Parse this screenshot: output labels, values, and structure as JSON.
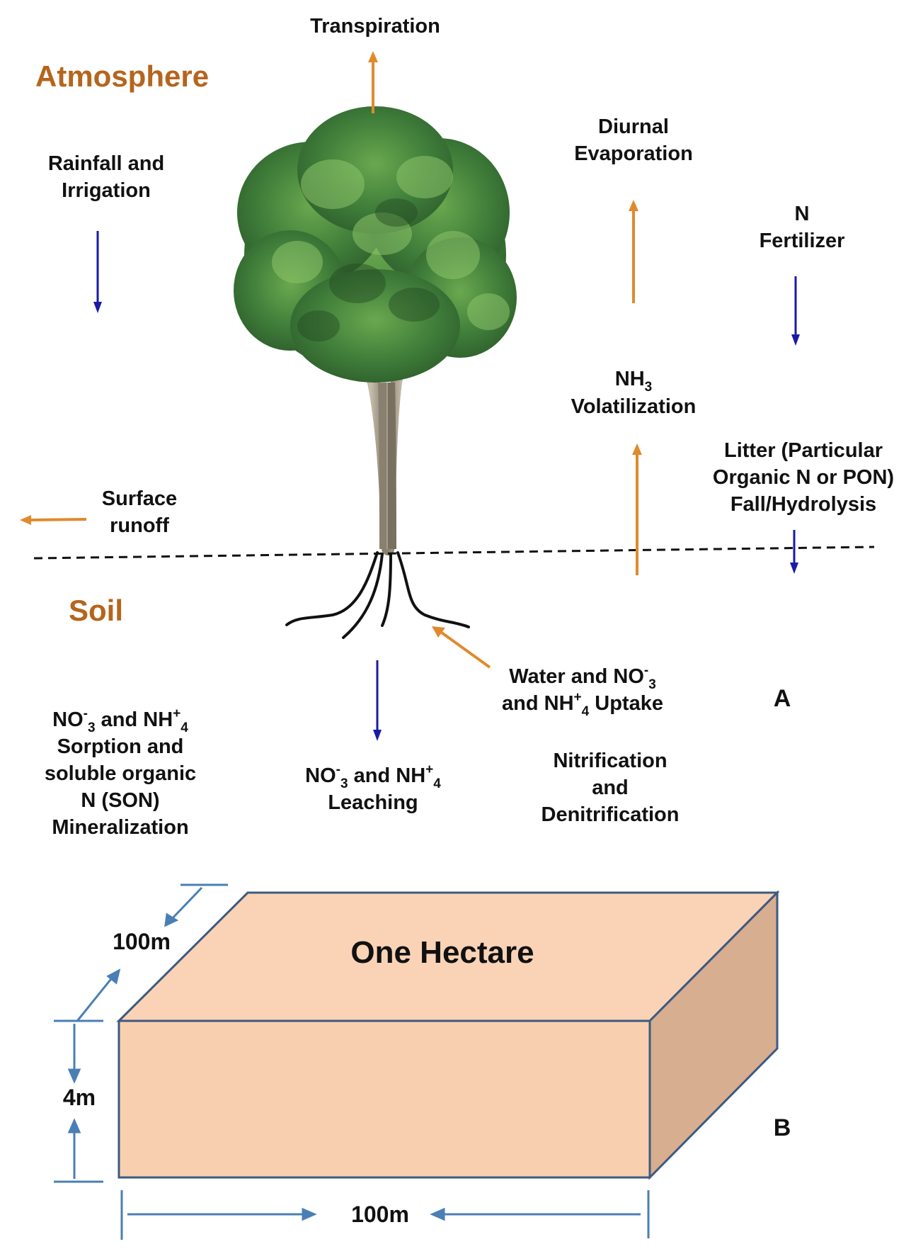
{
  "colors": {
    "zone_label": "#b5651d",
    "arrow_up": "#e08a2e",
    "arrow_down": "#1a1aa8",
    "box_front": "#f8d0b0",
    "box_top": "#fad3b6",
    "box_side": "#d8ae90",
    "box_outline": "#3d5a80",
    "dimension": "#4a7fb5"
  },
  "zones": {
    "atmosphere": "Atmosphere",
    "soil": "Soil"
  },
  "labels": {
    "transpiration": "Transpiration",
    "rainfall_1": "Rainfall and",
    "rainfall_2": "Irrigation",
    "diurnal_1": "Diurnal",
    "diurnal_2": "Evaporation",
    "fert_1": "N",
    "fert_2": "Fertilizer",
    "nh3_base": "NH",
    "nh3_sub": "3",
    "nh3_2": "Volatilization",
    "litter_1": "Litter (Particular",
    "litter_2": "Organic N or PON)",
    "litter_3": "Fall/Hydrolysis",
    "runoff_1": "Surface",
    "runoff_2": "runoff",
    "water_1": "Water and NO",
    "water_1_sup": "-",
    "water_1_sub": "3",
    "water_2a": "and NH",
    "water_2_sup": "+",
    "water_2_sub": "4",
    "water_2b": " Uptake",
    "panel_a": "A",
    "son_1a": "NO",
    "son_1_sup": "-",
    "son_1_sub": "3",
    "son_1b": " and NH",
    "son_1_sup2": "+",
    "son_1_sub2": "4",
    "son_2": "Sorption and",
    "son_3": "soluble organic",
    "son_4": "N (SON)",
    "son_5": "Mineralization",
    "leach_1a": "NO",
    "leach_1_sup": "-",
    "leach_1_sub": "3",
    "leach_1b": " and NH",
    "leach_1_sup2": "+",
    "leach_1_sub2": "4",
    "leach_2": "Leaching",
    "nitri_1": "Nitrification",
    "nitri_2": "and",
    "nitri_3": "Denitrification"
  },
  "box": {
    "title": "One Hectare",
    "width_top": "100m",
    "depth": "4m",
    "width_bottom": "100m",
    "panel_b": "B"
  }
}
